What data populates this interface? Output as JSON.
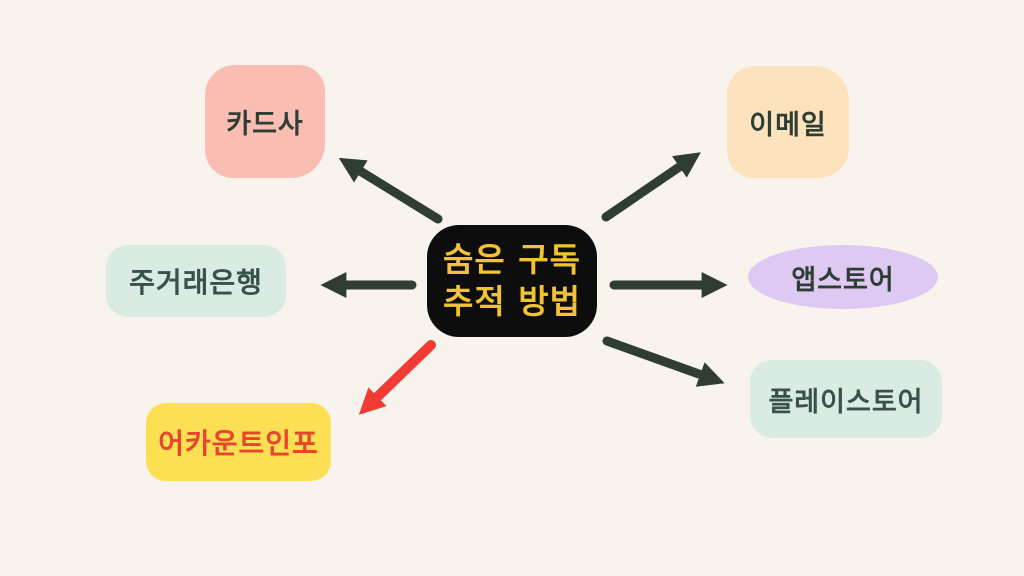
{
  "background_color": "#f8f4ed",
  "diagram": {
    "title_node": {
      "label_line1": "숨은 구독",
      "label_line2": "추적 방법",
      "bg_color": "#0d0d0d",
      "text_color": "#f1c232"
    },
    "nodes": [
      {
        "id": "card-company",
        "label": "카드사",
        "shape": "rounded-square",
        "bg_color": "#f9bdb3",
        "text_color": "#2f3e34"
      },
      {
        "id": "email",
        "label": "이메일",
        "shape": "rounded-square",
        "bg_color": "#fce3bd",
        "text_color": "#2f3e34"
      },
      {
        "id": "main-bank",
        "label": "주거래은행",
        "shape": "rounded-rect",
        "bg_color": "#d9ebe2",
        "text_color": "#37524a"
      },
      {
        "id": "app-store",
        "label": "앱스토어",
        "shape": "ellipse",
        "bg_color": "#ddc9f2",
        "text_color": "#2f3e34"
      },
      {
        "id": "play-store",
        "label": "플레이스토어",
        "shape": "rounded-rect",
        "bg_color": "#d9ebe2",
        "text_color": "#37524a"
      },
      {
        "id": "account-info",
        "label": "어카운트인포",
        "shape": "rounded-rect",
        "bg_color": "#fcdf52",
        "text_color": "#e8452f"
      }
    ],
    "arrows": {
      "default_color": "#2f3d33",
      "highlight_color": "#f23b35",
      "connections": [
        {
          "from": "center",
          "to": "card-company",
          "color": "default"
        },
        {
          "from": "center",
          "to": "email",
          "color": "default"
        },
        {
          "from": "center",
          "to": "main-bank",
          "color": "default"
        },
        {
          "from": "center",
          "to": "app-store",
          "color": "default"
        },
        {
          "from": "center",
          "to": "play-store",
          "color": "default"
        },
        {
          "from": "center",
          "to": "account-info",
          "color": "highlight"
        }
      ]
    }
  }
}
